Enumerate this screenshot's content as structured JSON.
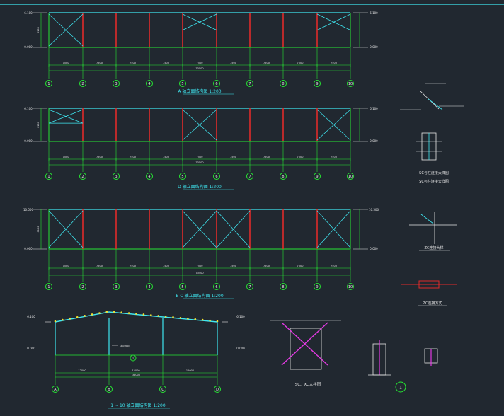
{
  "elevations": [
    {
      "title": "A 轴立面结构图 1:200",
      "title_prefix": "A",
      "top_left": "6.100",
      "bot_left": "0.000",
      "top_right": "6.100",
      "bot_right": "0.000",
      "total": "73500",
      "axes": [
        "1",
        "2",
        "3",
        "4",
        "5",
        "6",
        "7",
        "8",
        "9",
        "10"
      ],
      "spans": [
        "7500",
        "7500",
        "7500",
        "7500",
        "7500",
        "7500",
        "7500",
        "7500",
        "7500"
      ]
    },
    {
      "title": "D 轴立面结构图 1:200",
      "title_prefix": "D",
      "top_left": "6.100",
      "bot_left": "0.000",
      "top_right": "6.100",
      "bot_right": "0.000",
      "total": "73500",
      "axes": [
        "1",
        "2",
        "3",
        "4",
        "5",
        "6",
        "7",
        "8",
        "9",
        "10"
      ],
      "spans": [
        "7500",
        "7500",
        "7500",
        "7500",
        "7500",
        "7500",
        "7500",
        "7500",
        "7500"
      ]
    },
    {
      "title": "B C 轴立面结构图 1:200",
      "title_prefix": "B C",
      "top_left": "10.500",
      "bot_left": "0.000",
      "top_right": "10.500",
      "bot_right": "0.000",
      "total": "73500",
      "axes": [
        "1",
        "2",
        "3",
        "4",
        "5",
        "6",
        "7",
        "8",
        "9",
        "10"
      ],
      "spans": [
        "7500",
        "7500",
        "7500",
        "7500",
        "7500",
        "7500",
        "7500",
        "7500",
        "7500"
      ]
    }
  ],
  "section": {
    "title": "1 ~ 10 轴立面结构图 1:200",
    "axes": [
      "A",
      "B",
      "C",
      "D"
    ],
    "spans": [
      "12000",
      "12000",
      "12000"
    ],
    "total": "36000",
    "elev_left": "6.100",
    "elev_right": "6.100",
    "base_left": "0.000",
    "base_right": "0.000",
    "note": "详见节点",
    "marker": "1"
  },
  "details": {
    "sc_title_1": "SC与柱连接大样图",
    "sc_title_2": "SC与柱连接大样图",
    "zc_title": "ZC连接大样",
    "zc_method": "ZC连接方式",
    "scxc_title": "SC、XC大样图",
    "marker": "1"
  }
}
